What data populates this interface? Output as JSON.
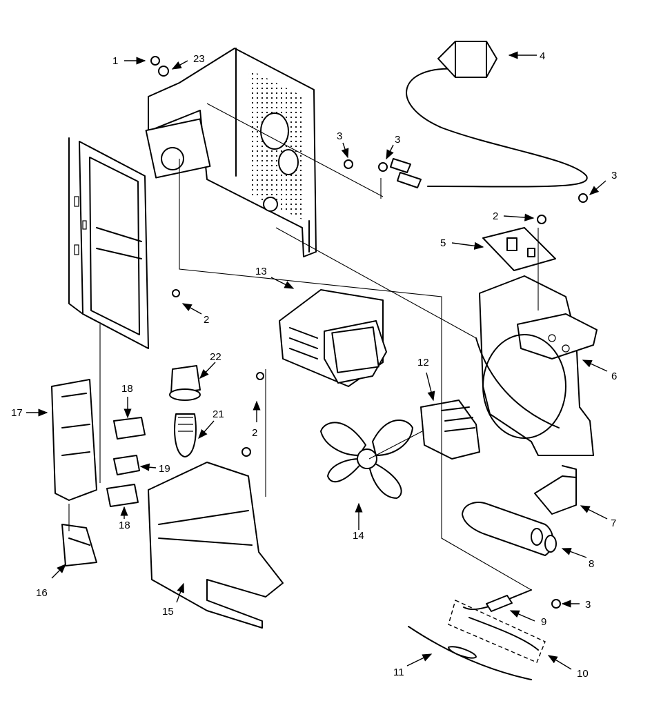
{
  "diagram": {
    "callouts": [
      "1",
      "23",
      "4",
      "3",
      "3",
      "3",
      "2",
      "5",
      "13",
      "2",
      "6",
      "12",
      "22",
      "18",
      "17",
      "2",
      "21",
      "19",
      "14",
      "7",
      "18",
      "8",
      "16",
      "15",
      "3",
      "9",
      "11",
      "10"
    ]
  }
}
